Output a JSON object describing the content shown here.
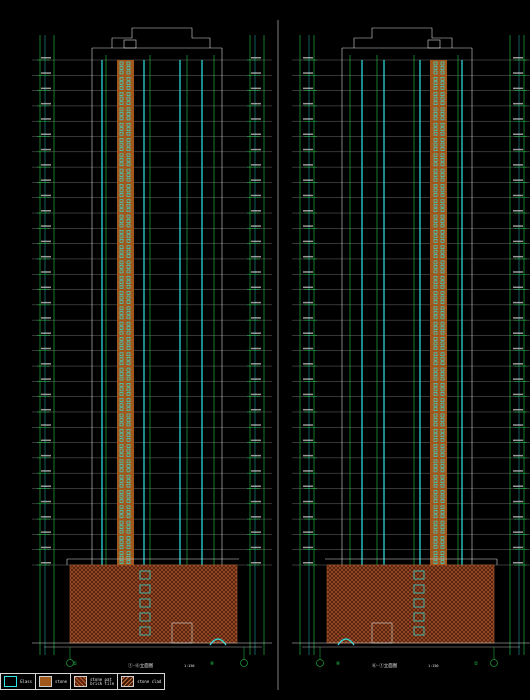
{
  "colors": {
    "background": "#000000",
    "green_line": "#22c84a",
    "cyan": "#2ee6e6",
    "white_line": "#d8d8d8",
    "core": "#a0581c",
    "podium_hatch": "#b85a2a",
    "podium_fill": "#5a2410",
    "window": "#2ee6e6"
  },
  "elevations": [
    {
      "id": "left",
      "title": "①-⑥立面图",
      "scale": "1:150",
      "axis_left": "①",
      "axis_right": "⑥"
    },
    {
      "id": "right",
      "title": "⑥-①立面图",
      "scale": "1:150",
      "axis_left": "⑥",
      "axis_right": "①"
    }
  ],
  "floor_count": 33,
  "legend": {
    "items": [
      {
        "icon": "window-glass-icon",
        "label": "Glass",
        "color": "#2ee6e6"
      },
      {
        "icon": "stone-swatch-icon",
        "label": "stone",
        "color": "#a0581c"
      },
      {
        "icon": "hatch-swatch-icon",
        "label": "stone pat\nbrick tile",
        "color": "#b85a2a"
      },
      {
        "icon": "hatch-swatch-icon",
        "label": "stone clad",
        "color": "#5a2410"
      }
    ]
  }
}
